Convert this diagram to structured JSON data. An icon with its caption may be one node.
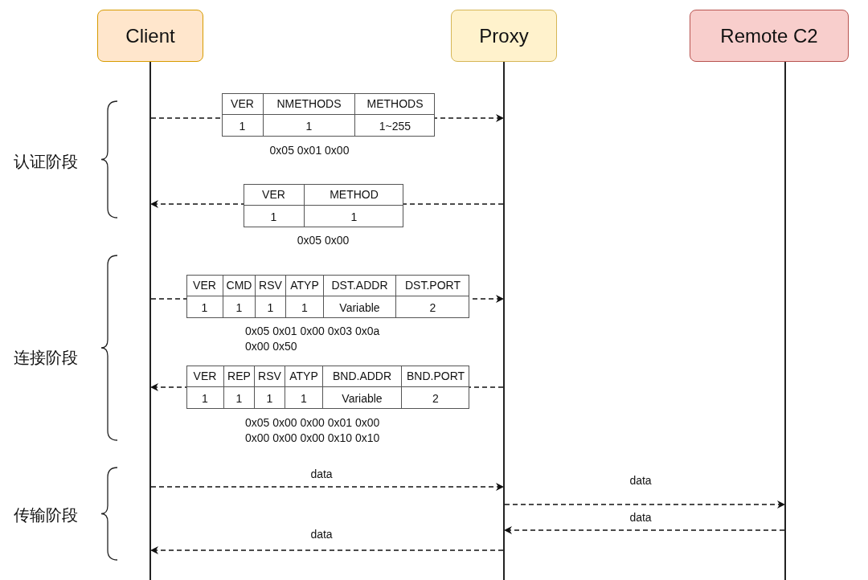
{
  "diagram": {
    "nodes": [
      {
        "text": [
          "Client"
        ]
      },
      {
        "text": [
          "Proxy"
        ]
      },
      {
        "text": [
          "Remote C2"
        ]
      },
      {
        "text": [],
        "shape": "bar"
      },
      {
        "text": [],
        "shape": "bar"
      },
      {
        "text": [],
        "shape": "bar"
      }
    ],
    "edges": [
      {
        "from": 3,
        "to": 4,
        "arrow": "to",
        "style": "dashed"
      },
      {
        "from": 4,
        "to": 3,
        "arrow": "to",
        "style": "dashed"
      },
      {
        "from": 3,
        "to": 4,
        "arrow": "to",
        "style": "dashed"
      },
      {
        "from": 4,
        "to": 3,
        "arrow": "to",
        "style": "dashed"
      },
      {
        "from": 3,
        "to": 4,
        "arrow": "to",
        "style": "dashed",
        "label": "data"
      },
      {
        "from": 4,
        "to": 5,
        "arrow": "to",
        "style": "dashed",
        "label": "data"
      },
      {
        "from": 5,
        "to": 4,
        "arrow": "to",
        "style": "dashed",
        "label": "data"
      },
      {
        "from": 4,
        "to": 3,
        "arrow": "to",
        "style": "dashed",
        "label": "data"
      }
    ],
    "labels": [
      "VER",
      "NMETHODS",
      "METHODS",
      "1",
      "1",
      "1~255",
      "0x05 0x01 0x00",
      "认证阶段",
      "VER",
      "METHOD",
      "1",
      "1",
      "0x05 0x00",
      "VER",
      "CMD",
      "RSV",
      "ATYP",
      "DST.ADDR",
      "DST.PORT",
      "1",
      "1",
      "1",
      "1",
      "Variable",
      "2",
      "0x05 0x01 0x00 0x03 0x0a 0x00 0x50",
      "连接阶段",
      "VER",
      "REP",
      "RSV",
      "ATYP",
      "BND.ADDR",
      "BND.PORT",
      "1",
      "1",
      "1",
      "1",
      "Variable",
      "2",
      "0x05 0x00 0x00 0x01 0x00 0x00 0x00 0x00 0x10 0x10",
      "传输阶段"
    ]
  }
}
